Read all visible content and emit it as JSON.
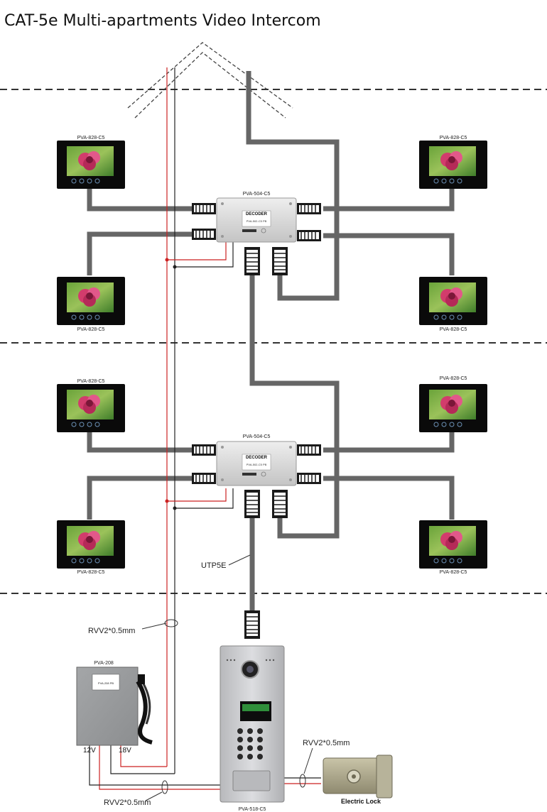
{
  "title": "CAT-5e Multi-apartments Video Intercom",
  "labels": {
    "monitor_model": "PVA-828-C5",
    "decoder_model": "PVA-504-C5",
    "decoder_box_text": "DECODER",
    "decoder_sub_text": "PVA-502-C5 PB",
    "power_model": "PVA-208",
    "power_sticker": "PVA-208 PB",
    "power_12v": "12V",
    "power_18v": "18V",
    "cable_utp": "UTP5E",
    "cable_rvv": "RVV2*0.5mm",
    "door_station_model": "PVA-518-C5",
    "electric_lock": "Electric Lock"
  },
  "colors": {
    "cable": "#666666",
    "red_wire": "#cc2222",
    "black_wire": "#222222",
    "monitor_body": "#0a0a0a",
    "decoder_body": "#d8d8d8",
    "panel_body": "#c8c9cc"
  }
}
